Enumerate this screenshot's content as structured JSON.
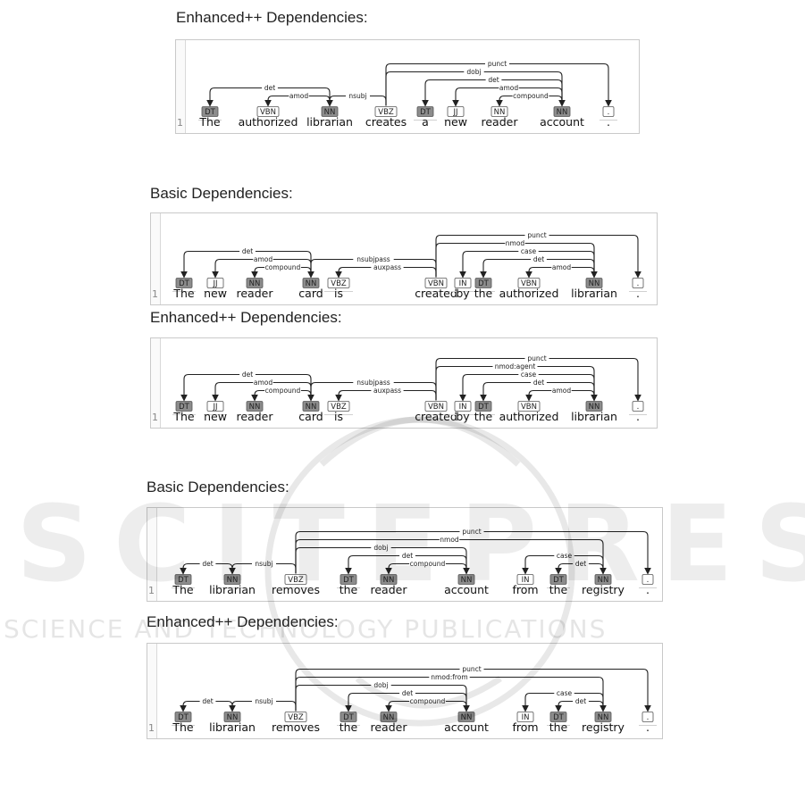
{
  "watermark": {
    "main": "SCITEPRESS",
    "sub": "SCIENCE AND TECHNOLOGY PUBLICATIONS"
  },
  "colors": {
    "tag_fill_pos": "#8c8c8c",
    "tag_fill_plain": "#ffffff",
    "word_underline": "#d0d0d0"
  },
  "sections": [
    {
      "title": "Enhanced++ Dependencies:",
      "line_number": "1",
      "tokens": [
        {
          "word": "The",
          "tag": "DT",
          "style": "dark"
        },
        {
          "word": "authorized",
          "tag": "VBN",
          "style": "light"
        },
        {
          "word": "librarian",
          "tag": "NN",
          "style": "dark"
        },
        {
          "word": "creates",
          "tag": "VBZ",
          "style": "light"
        },
        {
          "word": "a",
          "tag": "DT",
          "style": "dark"
        },
        {
          "word": "new",
          "tag": "JJ",
          "style": "light"
        },
        {
          "word": "reader",
          "tag": "NN",
          "style": "light"
        },
        {
          "word": "account",
          "tag": "NN",
          "style": "dark"
        },
        {
          "word": ".",
          "tag": ".",
          "style": "light"
        }
      ],
      "arcs": [
        {
          "from": 3,
          "to": 8,
          "label": "punct",
          "level": 5
        },
        {
          "from": 3,
          "to": 7,
          "label": "dobj",
          "level": 4
        },
        {
          "from": 7,
          "to": 4,
          "label": "det",
          "level": 3
        },
        {
          "from": 7,
          "to": 5,
          "label": "amod",
          "level": 2
        },
        {
          "from": 7,
          "to": 6,
          "label": "compound",
          "level": 1
        },
        {
          "from": 2,
          "to": 0,
          "label": "det",
          "level": 2
        },
        {
          "from": 2,
          "to": 1,
          "label": "amod",
          "level": 1
        },
        {
          "from": 3,
          "to": 2,
          "label": "nsubj",
          "level": 1
        }
      ]
    },
    {
      "title": "Basic Dependencies:",
      "line_number": "1",
      "tokens": [
        {
          "word": "The",
          "tag": "DT",
          "style": "dark"
        },
        {
          "word": "new",
          "tag": "JJ",
          "style": "light"
        },
        {
          "word": "reader",
          "tag": "NN",
          "style": "dark"
        },
        {
          "word": "card",
          "tag": "NN",
          "style": "dark"
        },
        {
          "word": "is",
          "tag": "VBZ",
          "style": "light"
        },
        {
          "word": "created",
          "tag": "VBN",
          "style": "light"
        },
        {
          "word": "by",
          "tag": "IN",
          "style": "light"
        },
        {
          "word": "the",
          "tag": "DT",
          "style": "dark"
        },
        {
          "word": "authorized",
          "tag": "VBN",
          "style": "light"
        },
        {
          "word": "librarian",
          "tag": "NN",
          "style": "dark"
        },
        {
          "word": ".",
          "tag": ".",
          "style": "light"
        }
      ],
      "arcs": [
        {
          "from": 5,
          "to": 10,
          "label": "punct",
          "level": 5
        },
        {
          "from": 5,
          "to": 9,
          "label": "nmod",
          "level": 4
        },
        {
          "from": 9,
          "to": 6,
          "label": "case",
          "level": 3
        },
        {
          "from": 9,
          "to": 7,
          "label": "det",
          "level": 2
        },
        {
          "from": 9,
          "to": 8,
          "label": "amod",
          "level": 1
        },
        {
          "from": 3,
          "to": 0,
          "label": "det",
          "level": 3
        },
        {
          "from": 3,
          "to": 1,
          "label": "amod",
          "level": 2
        },
        {
          "from": 3,
          "to": 2,
          "label": "compound",
          "level": 1
        },
        {
          "from": 5,
          "to": 3,
          "label": "nsubjpass",
          "level": 2
        },
        {
          "from": 5,
          "to": 4,
          "label": "auxpass",
          "level": 1
        }
      ]
    },
    {
      "title": "Enhanced++ Dependencies:",
      "line_number": "1",
      "tokens": [
        {
          "word": "The",
          "tag": "DT",
          "style": "dark"
        },
        {
          "word": "new",
          "tag": "JJ",
          "style": "light"
        },
        {
          "word": "reader",
          "tag": "NN",
          "style": "dark"
        },
        {
          "word": "card",
          "tag": "NN",
          "style": "dark"
        },
        {
          "word": "is",
          "tag": "VBZ",
          "style": "light"
        },
        {
          "word": "created",
          "tag": "VBN",
          "style": "light"
        },
        {
          "word": "by",
          "tag": "IN",
          "style": "light"
        },
        {
          "word": "the",
          "tag": "DT",
          "style": "dark"
        },
        {
          "word": "authorized",
          "tag": "VBN",
          "style": "light"
        },
        {
          "word": "librarian",
          "tag": "NN",
          "style": "dark"
        },
        {
          "word": ".",
          "tag": ".",
          "style": "light"
        }
      ],
      "arcs": [
        {
          "from": 5,
          "to": 10,
          "label": "punct",
          "level": 5
        },
        {
          "from": 5,
          "to": 9,
          "label": "nmod:agent",
          "level": 4
        },
        {
          "from": 9,
          "to": 6,
          "label": "case",
          "level": 3
        },
        {
          "from": 9,
          "to": 7,
          "label": "det",
          "level": 2
        },
        {
          "from": 9,
          "to": 8,
          "label": "amod",
          "level": 1
        },
        {
          "from": 3,
          "to": 0,
          "label": "det",
          "level": 3
        },
        {
          "from": 3,
          "to": 1,
          "label": "amod",
          "level": 2
        },
        {
          "from": 3,
          "to": 2,
          "label": "compound",
          "level": 1
        },
        {
          "from": 5,
          "to": 3,
          "label": "nsubjpass",
          "level": 2
        },
        {
          "from": 5,
          "to": 4,
          "label": "auxpass",
          "level": 1
        }
      ]
    },
    {
      "title": "Basic Dependencies:",
      "line_number": "1",
      "tokens": [
        {
          "word": "The",
          "tag": "DT",
          "style": "dark"
        },
        {
          "word": "librarian",
          "tag": "NN",
          "style": "dark"
        },
        {
          "word": "removes",
          "tag": "VBZ",
          "style": "light"
        },
        {
          "word": "the",
          "tag": "DT",
          "style": "dark"
        },
        {
          "word": "reader",
          "tag": "NN",
          "style": "dark"
        },
        {
          "word": "account",
          "tag": "NN",
          "style": "dark"
        },
        {
          "word": "from",
          "tag": "IN",
          "style": "light"
        },
        {
          "word": "the",
          "tag": "DT",
          "style": "dark"
        },
        {
          "word": "registry",
          "tag": "NN",
          "style": "dark"
        },
        {
          "word": ".",
          "tag": ".",
          "style": "light"
        }
      ],
      "arcs": [
        {
          "from": 2,
          "to": 9,
          "label": "punct",
          "level": 5
        },
        {
          "from": 2,
          "to": 8,
          "label": "nmod",
          "level": 4
        },
        {
          "from": 2,
          "to": 5,
          "label": "dobj",
          "level": 3
        },
        {
          "from": 5,
          "to": 3,
          "label": "det",
          "level": 2
        },
        {
          "from": 5,
          "to": 4,
          "label": "compound",
          "level": 1
        },
        {
          "from": 8,
          "to": 6,
          "label": "case",
          "level": 2
        },
        {
          "from": 8,
          "to": 7,
          "label": "det",
          "level": 1
        },
        {
          "from": 1,
          "to": 0,
          "label": "det",
          "level": 1
        },
        {
          "from": 2,
          "to": 1,
          "label": "nsubj",
          "level": 1
        }
      ]
    },
    {
      "title": "Enhanced++ Dependencies:",
      "line_number": "1",
      "tokens": [
        {
          "word": "The",
          "tag": "DT",
          "style": "dark"
        },
        {
          "word": "librarian",
          "tag": "NN",
          "style": "dark"
        },
        {
          "word": "removes",
          "tag": "VBZ",
          "style": "light"
        },
        {
          "word": "the",
          "tag": "DT",
          "style": "dark"
        },
        {
          "word": "reader",
          "tag": "NN",
          "style": "dark"
        },
        {
          "word": "account",
          "tag": "NN",
          "style": "dark"
        },
        {
          "word": "from",
          "tag": "IN",
          "style": "light"
        },
        {
          "word": "the",
          "tag": "DT",
          "style": "dark"
        },
        {
          "word": "registry",
          "tag": "NN",
          "style": "dark"
        },
        {
          "word": ".",
          "tag": ".",
          "style": "light"
        }
      ],
      "arcs": [
        {
          "from": 2,
          "to": 9,
          "label": "punct",
          "level": 5
        },
        {
          "from": 2,
          "to": 8,
          "label": "nmod:from",
          "level": 4
        },
        {
          "from": 2,
          "to": 5,
          "label": "dobj",
          "level": 3
        },
        {
          "from": 5,
          "to": 3,
          "label": "det",
          "level": 2
        },
        {
          "from": 5,
          "to": 4,
          "label": "compound",
          "level": 1
        },
        {
          "from": 8,
          "to": 6,
          "label": "case",
          "level": 2
        },
        {
          "from": 8,
          "to": 7,
          "label": "det",
          "level": 1
        },
        {
          "from": 1,
          "to": 0,
          "label": "det",
          "level": 1
        },
        {
          "from": 2,
          "to": 1,
          "label": "nsubj",
          "level": 1
        }
      ]
    }
  ]
}
